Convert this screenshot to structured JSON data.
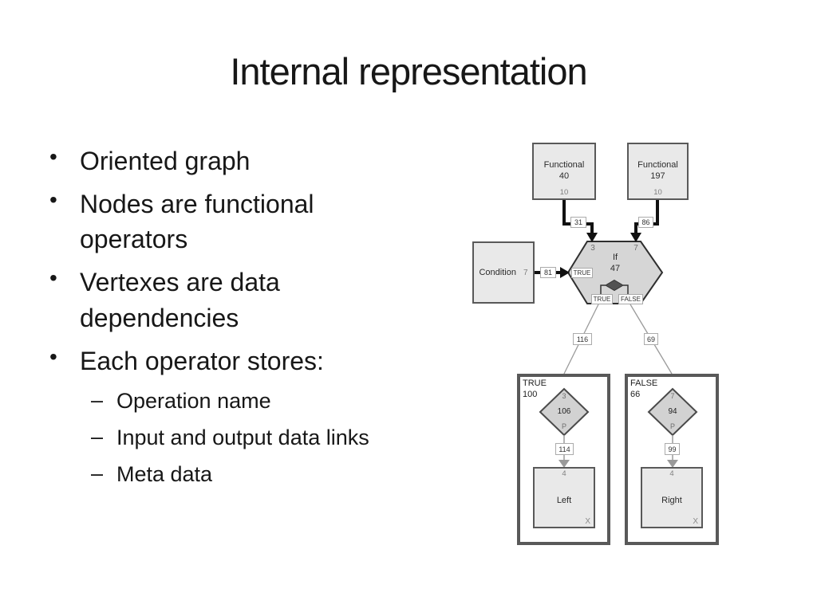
{
  "slide": {
    "title": "Internal representation",
    "bullet_glyph": "•",
    "dash_glyph": "–",
    "bullets": [
      "Oriented graph",
      "Nodes are functional operators",
      "Vertexes are data dependencies",
      "Each operator stores:"
    ],
    "sub_bullets": [
      "Operation name",
      "Input and output data links",
      "Meta data"
    ]
  },
  "diagram": {
    "functional40": {
      "name": "Functional",
      "num": "40",
      "port_out": "10"
    },
    "functional197": {
      "name": "Functional",
      "num": "197",
      "port_out": "10"
    },
    "condition": {
      "name": "Condition",
      "port_out": "7"
    },
    "if_node": {
      "name": "If",
      "num": "47",
      "port_left": "3",
      "port_right": "7",
      "cond_port": "TRUE",
      "true_port": "TRUE",
      "false_port": "FALSE"
    },
    "edge_labels": {
      "f40_to_if": "31",
      "f197_to_if": "86",
      "cond_to_if": "81",
      "if_to_true": "116",
      "if_to_false": "69",
      "true_inner": "114",
      "false_inner": "99"
    },
    "true_container": {
      "label": "TRUE",
      "num": "100",
      "diamond": {
        "port_in": "3",
        "num": "106",
        "port_out": "P"
      },
      "box": {
        "port_in": "4",
        "name": "Left",
        "close": "X"
      }
    },
    "false_container": {
      "label": "FALSE",
      "num": "66",
      "diamond": {
        "port_in": "7",
        "num": "94",
        "port_out": "P"
      },
      "box": {
        "port_in": "4",
        "name": "Right",
        "close": "X"
      }
    }
  },
  "colors": {
    "background": "#ffffff",
    "text": "#171717",
    "node_fill": "#e9e9e9",
    "node_border": "#595959",
    "hexagon_fill": "#d6d6d6",
    "hexagon_border": "#2f2f2f",
    "diamond_fill": "#d2d2d2",
    "small_diamond_fill": "#525252",
    "container_border": "#595959",
    "thick_edge": "#111111",
    "thin_edge": "#9a9a9a",
    "port_text": "#7f7f7f",
    "label_box_border": "#ababab"
  }
}
